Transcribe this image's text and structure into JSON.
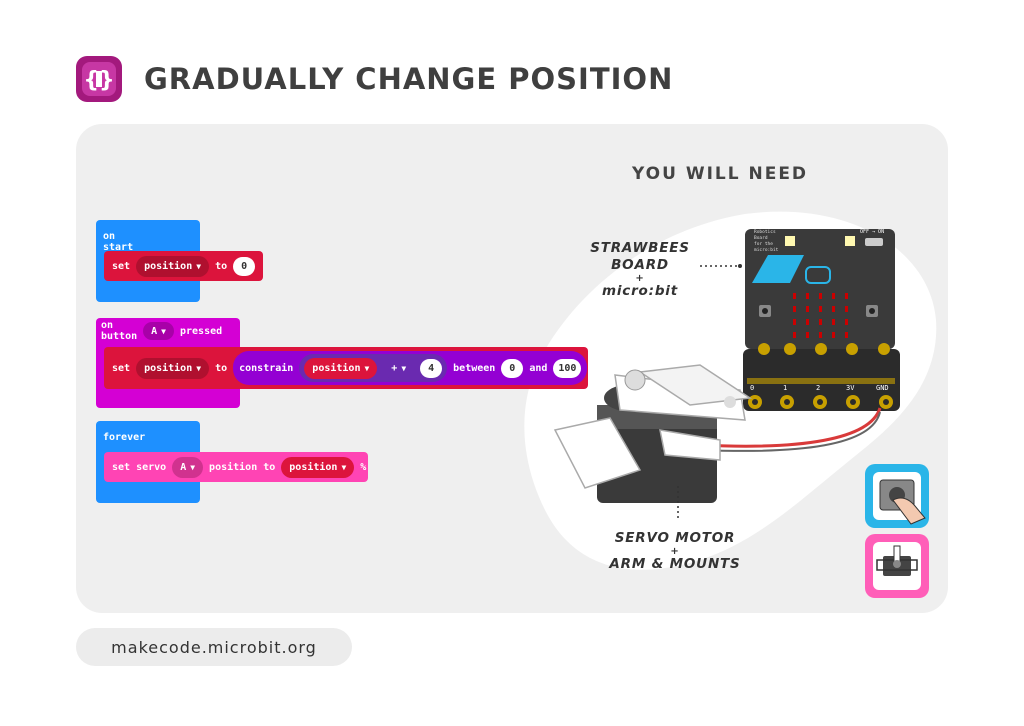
{
  "header": {
    "title": "GRADUALLY CHANGE POSITION",
    "logo_icon": "makecode-logo-icon"
  },
  "need": {
    "title": "YOU WILL NEED"
  },
  "blocks": {
    "on_start": {
      "label": "on start",
      "set": "set",
      "var": "position",
      "to": "to",
      "value": "0"
    },
    "on_button": {
      "label_on": "on button",
      "button": "A",
      "label_pressed": "pressed",
      "set": "set",
      "var": "position",
      "to": "to",
      "constrain": "constrain",
      "cvar": "position",
      "op": "+",
      "amount": "4",
      "between": "between",
      "low": "0",
      "and": "and",
      "high": "100"
    },
    "forever": {
      "label": "forever",
      "set_servo": "set servo",
      "servo": "A",
      "position_to": "position to",
      "var": "position",
      "percent": "%"
    }
  },
  "labels": {
    "board_l1": "STRAWBEES BOARD",
    "board_plus": "+",
    "board_l2": "micro:bit",
    "servo_l1": "SERVO MOTOR",
    "servo_plus": "+",
    "servo_l2": "ARM & MOUNTS"
  },
  "board": {
    "text": [
      "Robotics",
      "Board",
      "for the",
      "micro:bit"
    ],
    "switch": "OFF → ON",
    "pins": [
      "0",
      "1",
      "2",
      "3V",
      "GND"
    ]
  },
  "footer": {
    "url": "makecode.microbit.org"
  },
  "colors": {
    "variables": "#dc143c",
    "input": "#1e90ff",
    "math": "#9400d3",
    "robotics": "#d400d4",
    "servo": "#ff44b4"
  }
}
